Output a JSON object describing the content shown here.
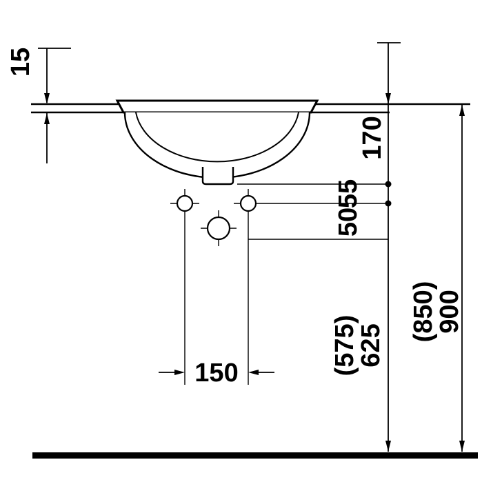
{
  "page": {
    "background_color": "#ffffff",
    "line_color": "#000000"
  },
  "drawing": {
    "type": "technical-dimension-diagram",
    "subject": "washbasin front elevation with installation dimensions"
  },
  "dimensions": {
    "countertop_thickness": {
      "label": "15"
    },
    "basin_depth": {
      "label": "170"
    },
    "spacing_55": {
      "label": "55"
    },
    "spacing_50": {
      "label": "50"
    },
    "outlet_height": {
      "main": "625",
      "alt": "(575)"
    },
    "rim_height": {
      "main": "900",
      "alt": "(850)"
    },
    "tap_hole_spacing": {
      "label": "150"
    }
  }
}
